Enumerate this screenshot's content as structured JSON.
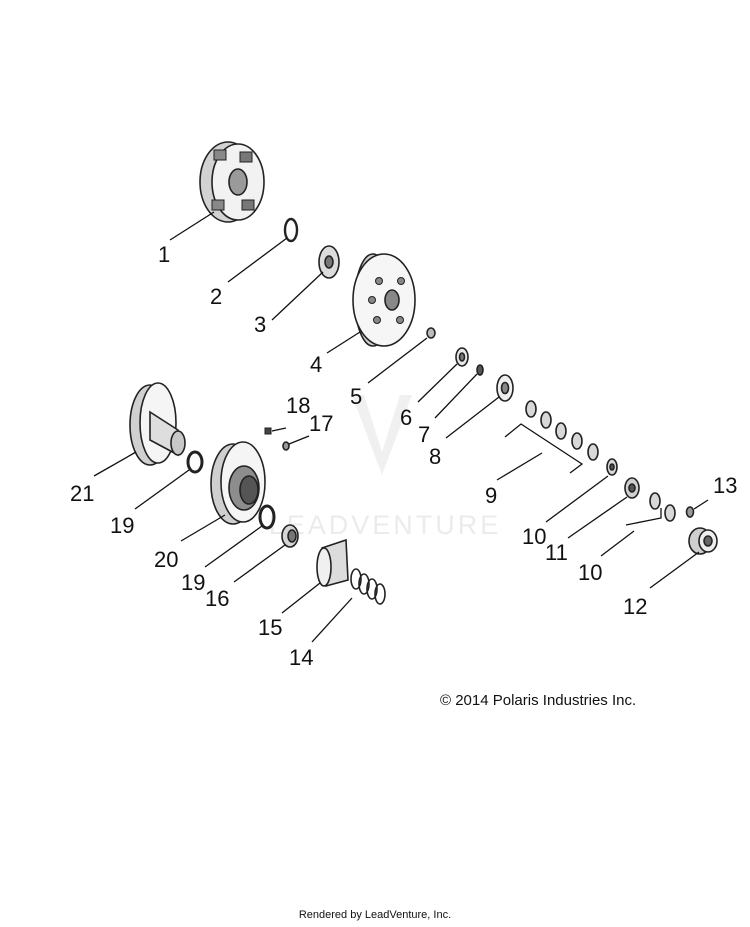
{
  "watermark": "LEADVENTURE",
  "callouts": {
    "c1": "1",
    "c2": "2",
    "c3": "3",
    "c4": "4",
    "c5": "5",
    "c6": "6",
    "c7": "7",
    "c8": "8",
    "c9": "9",
    "c10a": "10",
    "c10b": "10",
    "c11": "11",
    "c12": "12",
    "c13": "13",
    "c14": "14",
    "c15": "15",
    "c16": "16",
    "c17": "17",
    "c18": "18",
    "c19a": "19",
    "c19b": "19",
    "c20": "20",
    "c21": "21"
  },
  "copyright": "© 2014 Polaris Industries Inc.",
  "footer": "Rendered by LeadVenture, Inc.",
  "colors": {
    "ink": "#111111",
    "part_fill": "#f4f4f4",
    "part_shade": "#b9b9b9",
    "watermark": "#eeeeee"
  }
}
